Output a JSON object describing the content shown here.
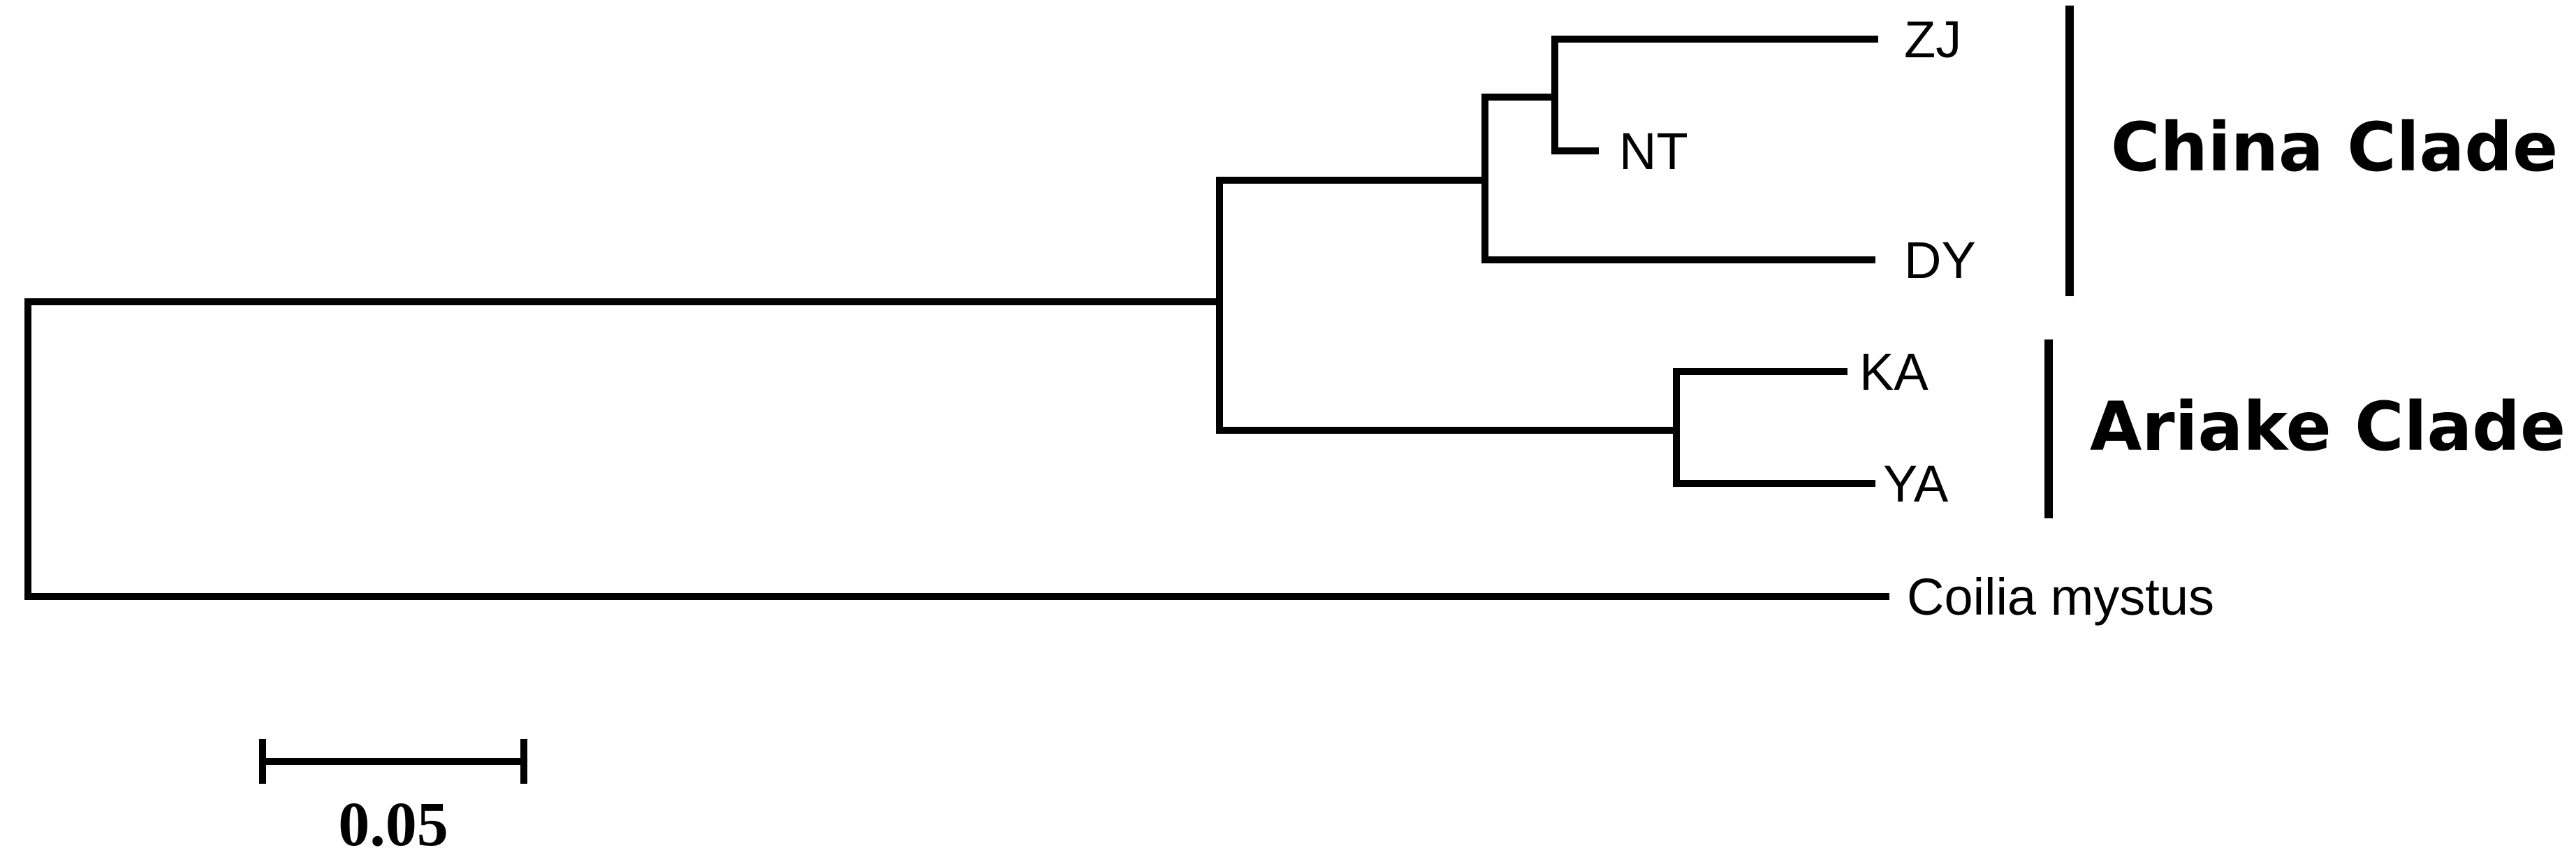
{
  "tree": {
    "leaves": [
      {
        "id": "zj",
        "label": "ZJ"
      },
      {
        "id": "nt",
        "label": "NT"
      },
      {
        "id": "dy",
        "label": "DY"
      },
      {
        "id": "ka",
        "label": "KA"
      },
      {
        "id": "ya",
        "label": "YA"
      },
      {
        "id": "outgroup",
        "label": "Coilia mystus"
      }
    ],
    "clades": [
      {
        "id": "china",
        "label": "China Clade",
        "members": [
          "ZJ",
          "NT",
          "DY"
        ]
      },
      {
        "id": "ariake",
        "label": "Ariake Clade",
        "members": [
          "KA",
          "YA"
        ]
      }
    ],
    "scale_bar": {
      "label": "0.05",
      "value": 0.05
    }
  },
  "colors": {
    "line": "#000000",
    "background": "#ffffff"
  }
}
